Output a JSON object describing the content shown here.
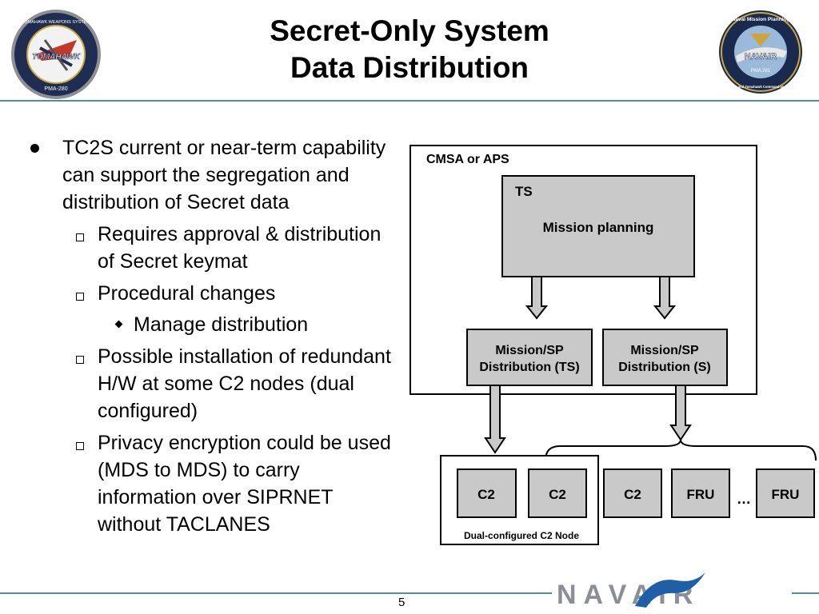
{
  "header": {
    "title_line1": "Secret-Only System",
    "title_line2": "Data Distribution",
    "left_logo": {
      "icon": "tomahawk-weapons-system-seal",
      "ring_text": "TOMAHAWK WEAPONS SYSTEM",
      "center_text": "TOMAHAWK",
      "bottom_text": "PMA-280"
    },
    "right_logo": {
      "icon": "naval-mission-planning-seal",
      "ring_text": "Naval Mission Planning",
      "ring_text_bottom": "Targeting and Tomahawk Command and Control",
      "center_text": "NAVAIR",
      "bottom_text": "PMA 281"
    }
  },
  "bullets": {
    "b1": "TC2S current or near-term capability can support the segregation and distribution of Secret data",
    "b2_1": "Requires approval & distribution of Secret keymat",
    "b2_2": "Procedural changes",
    "b3_1": "Manage distribution",
    "b2_3": "Possible installation of redundant H/W at some C2 nodes (dual configured)",
    "b2_4": "Privacy encryption could be used (MDS to MDS) to carry information over SIPRNET without TACLANES"
  },
  "diagram": {
    "outer_label": "CMSA or APS",
    "ts_label": "TS",
    "mission_planning": "Mission planning",
    "dist_ts_line1": "Mission/SP",
    "dist_ts_line2": "Distribution (TS)",
    "dist_s_line1": "Mission/SP",
    "dist_s_line2": "Distribution (S)",
    "node_c2_1": "C2",
    "node_c2_2": "C2",
    "node_c2_3": "C2",
    "node_fru_1": "FRU",
    "node_fru_2": "FRU",
    "ellipsis": "…",
    "dual_label": "Dual-configured C2 Node",
    "colors": {
      "box_fill": "#c9c9c9",
      "stroke": "#000000",
      "arrow_fill": "#c9c9c9"
    }
  },
  "footer": {
    "page_number": "5",
    "brand": "NAVAIR",
    "brand_color": "#1f5fa8",
    "text_color": "#8a8f96"
  },
  "accent_color": "#4a8fb3"
}
